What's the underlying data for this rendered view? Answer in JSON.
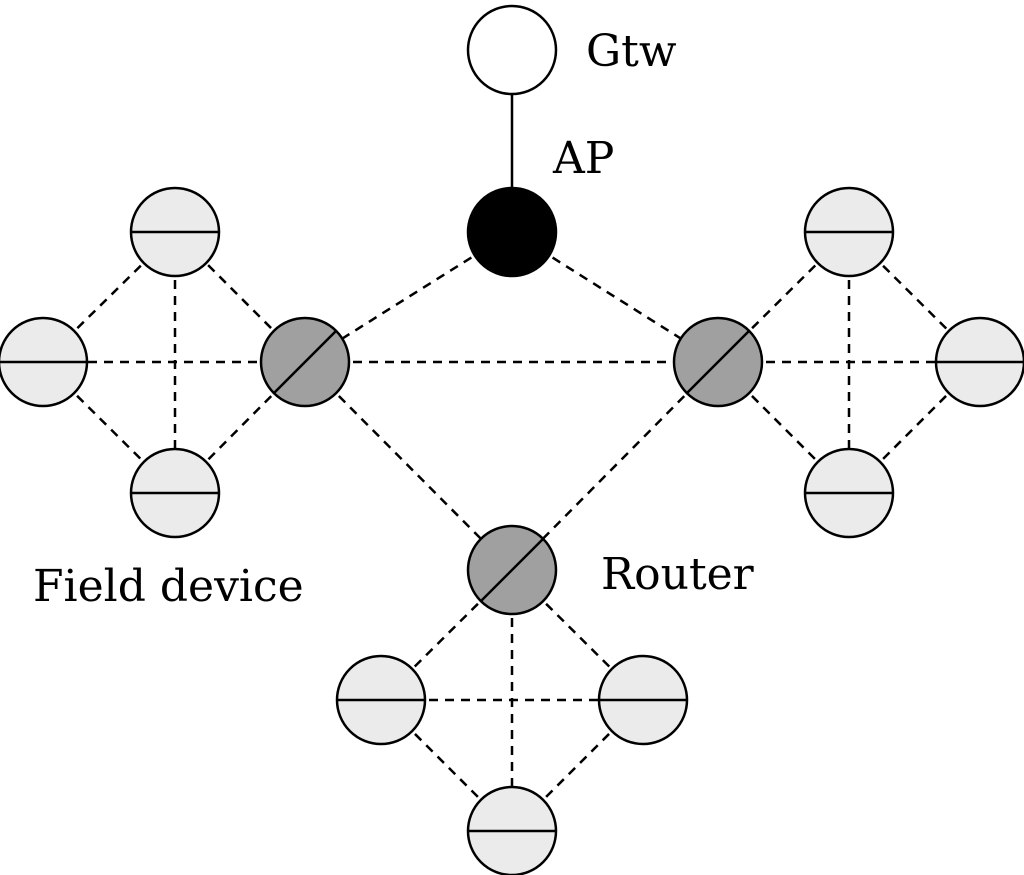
{
  "labels": {
    "gateway": "Gtw",
    "access_point": "AP",
    "field_device": "Field device",
    "router": "Router"
  },
  "colors": {
    "gateway_fill": "#ffffff",
    "access_point_fill": "#000000",
    "router_fill": "#a0a0a0",
    "field_device_fill": "#ebebeb",
    "stroke": "#000000"
  },
  "legend": {
    "gateway": "hollow-circle-icon",
    "access_point": "solid-circle-icon",
    "router": "slashed-circle-icon",
    "field_device": "barred-circle-icon"
  },
  "nodes": [
    {
      "id": "gtw",
      "kind": "gateway"
    },
    {
      "id": "ap",
      "kind": "access_point"
    },
    {
      "id": "router-left",
      "kind": "router"
    },
    {
      "id": "router-right",
      "kind": "router"
    },
    {
      "id": "router-bottom",
      "kind": "router"
    },
    {
      "id": "fd-left-top",
      "kind": "field_device"
    },
    {
      "id": "fd-left-left",
      "kind": "field_device"
    },
    {
      "id": "fd-left-bottom",
      "kind": "field_device"
    },
    {
      "id": "fd-right-top",
      "kind": "field_device"
    },
    {
      "id": "fd-right-right",
      "kind": "field_device"
    },
    {
      "id": "fd-right-bottom",
      "kind": "field_device"
    },
    {
      "id": "fd-bottom-left",
      "kind": "field_device"
    },
    {
      "id": "fd-bottom-right",
      "kind": "field_device"
    },
    {
      "id": "fd-bottom-bottom",
      "kind": "field_device"
    }
  ],
  "links": [
    {
      "from": "gtw",
      "to": "ap",
      "style": "solid"
    },
    {
      "from": "ap",
      "to": "router-left",
      "style": "dashed"
    },
    {
      "from": "ap",
      "to": "router-right",
      "style": "dashed"
    },
    {
      "from": "router-left",
      "to": "router-right",
      "style": "dashed"
    },
    {
      "from": "router-left",
      "to": "router-bottom",
      "style": "dashed"
    },
    {
      "from": "router-right",
      "to": "router-bottom",
      "style": "dashed"
    },
    {
      "from": "router-left",
      "to": "fd-left-top",
      "style": "dashed"
    },
    {
      "from": "router-left",
      "to": "fd-left-left",
      "style": "dashed"
    },
    {
      "from": "router-left",
      "to": "fd-left-bottom",
      "style": "dashed"
    },
    {
      "from": "fd-left-top",
      "to": "fd-left-left",
      "style": "dashed"
    },
    {
      "from": "fd-left-left",
      "to": "fd-left-bottom",
      "style": "dashed"
    },
    {
      "from": "fd-left-top",
      "to": "fd-left-bottom",
      "style": "dashed"
    },
    {
      "from": "router-right",
      "to": "fd-right-top",
      "style": "dashed"
    },
    {
      "from": "router-right",
      "to": "fd-right-right",
      "style": "dashed"
    },
    {
      "from": "router-right",
      "to": "fd-right-bottom",
      "style": "dashed"
    },
    {
      "from": "fd-right-top",
      "to": "fd-right-right",
      "style": "dashed"
    },
    {
      "from": "fd-right-right",
      "to": "fd-right-bottom",
      "style": "dashed"
    },
    {
      "from": "fd-right-top",
      "to": "fd-right-bottom",
      "style": "dashed"
    },
    {
      "from": "router-bottom",
      "to": "fd-bottom-left",
      "style": "dashed"
    },
    {
      "from": "router-bottom",
      "to": "fd-bottom-right",
      "style": "dashed"
    },
    {
      "from": "router-bottom",
      "to": "fd-bottom-bottom",
      "style": "dashed"
    },
    {
      "from": "fd-bottom-left",
      "to": "fd-bottom-right",
      "style": "dashed"
    },
    {
      "from": "fd-bottom-left",
      "to": "fd-bottom-bottom",
      "style": "dashed"
    },
    {
      "from": "fd-bottom-right",
      "to": "fd-bottom-bottom",
      "style": "dashed"
    }
  ]
}
